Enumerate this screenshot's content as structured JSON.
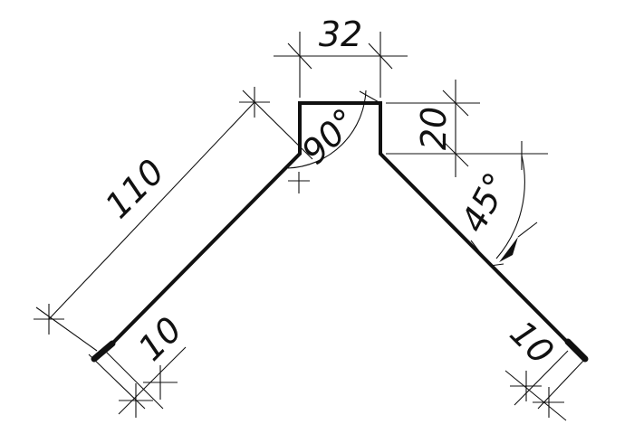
{
  "dimensions": {
    "top_width": "32",
    "side_length": "110",
    "top_height": "20",
    "apex_angle": "90°",
    "slope_angle": "45°",
    "hem_left": "10",
    "hem_right": "10"
  },
  "colors": {
    "line": "#111111",
    "background": "#ffffff"
  }
}
